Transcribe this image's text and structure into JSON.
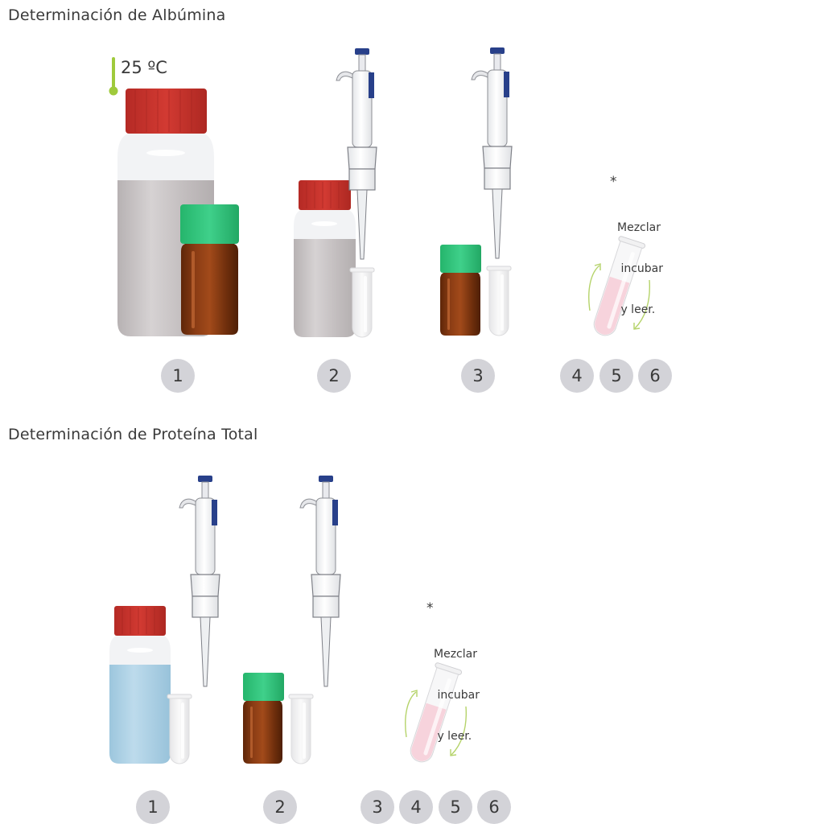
{
  "sections": [
    {
      "title": "Determinación de Albúmina",
      "temperature": "25 ºC",
      "note": {
        "star": "*",
        "lines": [
          "Mezclar",
          " incubar",
          " y leer."
        ]
      },
      "steps": [
        "1",
        "2",
        "3",
        "4",
        "5",
        "6"
      ]
    },
    {
      "title": "Determinación de Proteína Total",
      "note": {
        "star": "*",
        "lines": [
          "Mezclar",
          " incubar",
          " y leer."
        ]
      },
      "steps": [
        "1",
        "2",
        "3",
        "4",
        "5",
        "6"
      ]
    }
  ],
  "colors": {
    "red_cap": "#c0302a",
    "green_cap": "#2fc27a",
    "amber_vial": "#7a3410",
    "grey_liquid": "#c4bfc0",
    "blue_liquid": "#a7cde2",
    "pink_liquid": "#f7d3dc",
    "arrow_green": "#b5d36a",
    "thermometer": "#9fca3c",
    "pipette_blue": "#28408a",
    "step_circle": "#d3d3d8"
  },
  "icons": [
    "thermometer-icon",
    "reagent-bottle-icon",
    "amber-vial-icon",
    "micropipette-icon",
    "test-tube-icon",
    "mixing-arrow-icon"
  ]
}
